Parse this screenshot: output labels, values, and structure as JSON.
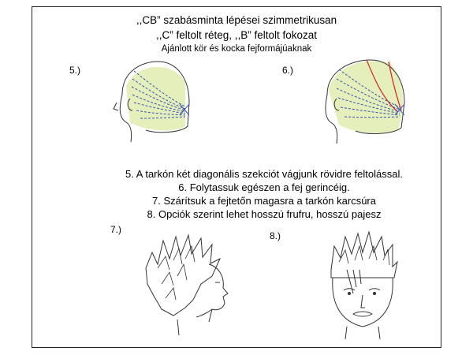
{
  "title": {
    "line1": ",,CB” szabásminta lépései szimmetrikusan",
    "line2": ",,C” feltolt réteg, ,,B” feltolt  fokozat",
    "line3": "Ajánlott kör és kocka fejformájúaknak"
  },
  "labels": {
    "step5": "5.)",
    "step6": "6.)",
    "step7": "7.)",
    "step8": "8.)"
  },
  "steps": [
    "5. A tarkón két diagonális szekciót vágjunk rövidre feltolással.",
    "6. Folytassuk egészen a fej gerincéig.",
    "7. Szárítsuk a fejtetőn magasra a tarkón karcsúra",
    "8. Opciók szerint lehet hosszú frufru, hosszú pajesz"
  ],
  "colors": {
    "section_fill": "#dbeaa6",
    "guide_line": "#3a55b5",
    "cut_line": "#d42020",
    "ink": "#333333"
  },
  "icons": [
    "head-profile-diagram-5",
    "head-profile-diagram-6",
    "spiky-hair-sketch-7",
    "front-face-sketch-8"
  ]
}
